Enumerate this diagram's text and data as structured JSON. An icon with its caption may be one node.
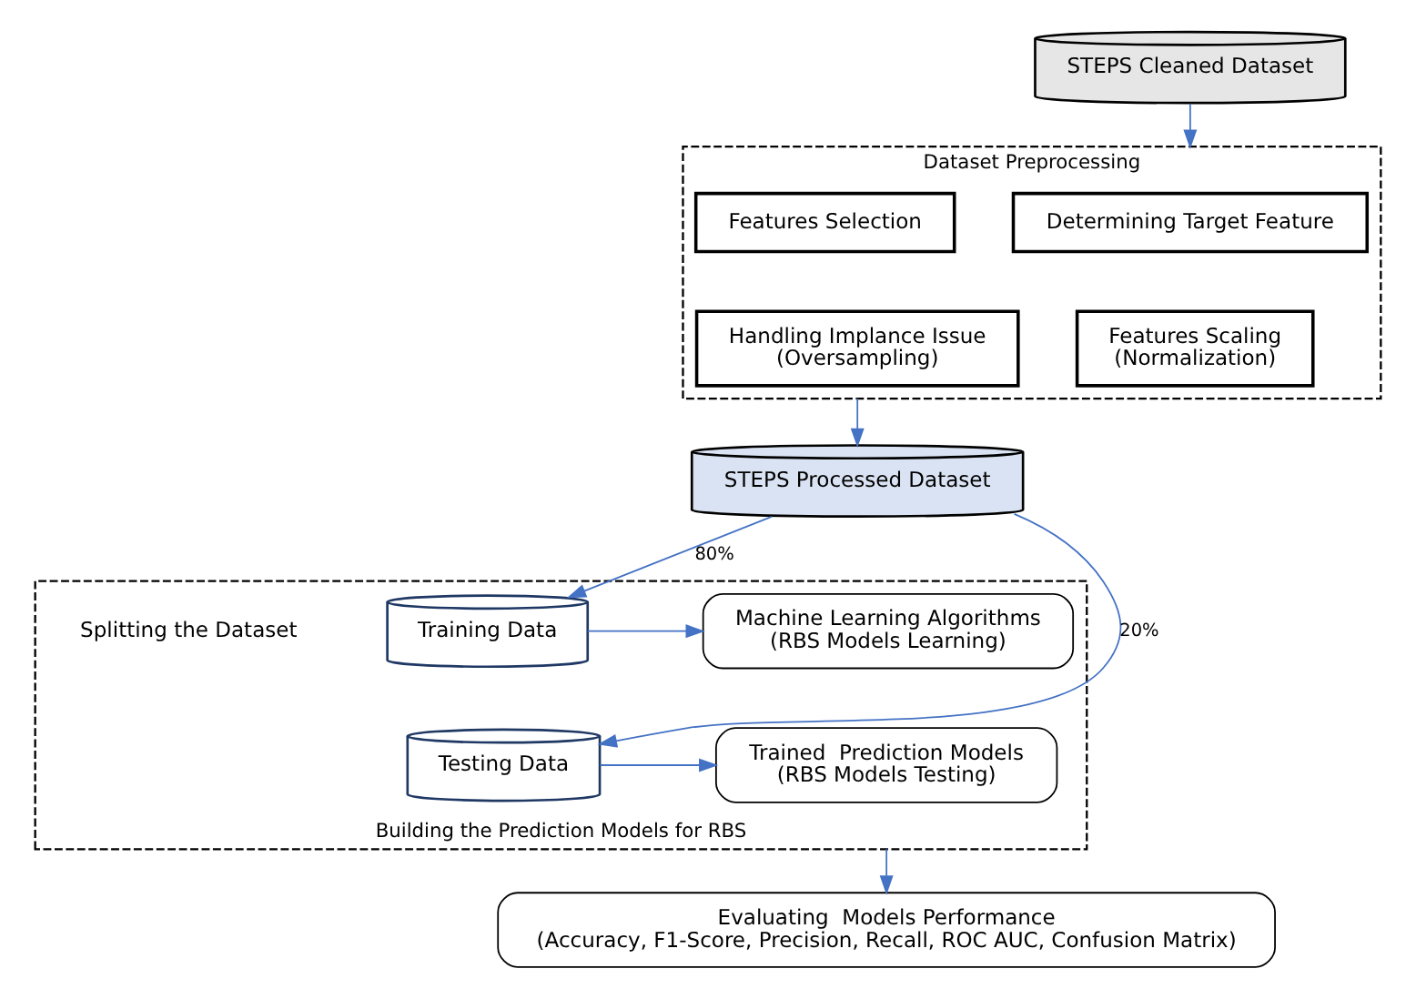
{
  "diagram": {
    "nodes": [
      {
        "text": [
          "STEPS Cleaned Dataset"
        ]
      },
      {
        "text": [
          "Dataset Preprocessing"
        ]
      },
      {
        "text": [
          "Determining Target Feature"
        ],
        "in": 1
      },
      {
        "text": [
          "Features Selection"
        ],
        "in": 1
      },
      {
        "text": [
          "Features Scaling",
          "(Normalization)"
        ],
        "in": 1
      },
      {
        "text": [
          "Handling Implance Issue",
          "(Oversampling)"
        ],
        "in": 1
      },
      {
        "text": [
          "STEPS Processed Dataset"
        ]
      },
      {
        "text": [
          "Building the Prediction Models for RBS"
        ]
      },
      {
        "text": [
          "Training Data"
        ],
        "in": 7
      },
      {
        "text": [
          "Machine Learning Algorithms",
          "(RBS Models Learning)"
        ],
        "in": 7
      },
      {
        "text": [
          "Testing Data"
        ],
        "in": 7
      },
      {
        "text": [
          "Trained  Prediction Models",
          "(RBS Models Testing)"
        ],
        "in": 7
      },
      {
        "text": [
          "Evaluating  Models Performance",
          "(Accuracy, F1-Score, Precision, Recall, ROC AUC, Confusion Matrix)"
        ]
      }
    ],
    "edges": [
      {
        "from": 0,
        "to": 1,
        "arrow": "to"
      },
      {
        "from": 1,
        "to": 6,
        "arrow": "to"
      },
      {
        "from": 6,
        "to": 8,
        "arrow": "to",
        "label": "80%"
      },
      {
        "from": 6,
        "to": 10,
        "arrow": "to",
        "label": "20%"
      },
      {
        "from": 8,
        "to": 9,
        "arrow": "to"
      },
      {
        "from": 10,
        "to": 11,
        "arrow": "to"
      },
      {
        "from": 7,
        "to": 12,
        "arrow": "to"
      }
    ],
    "labels": [
      "Splitting the Dataset"
    ]
  }
}
